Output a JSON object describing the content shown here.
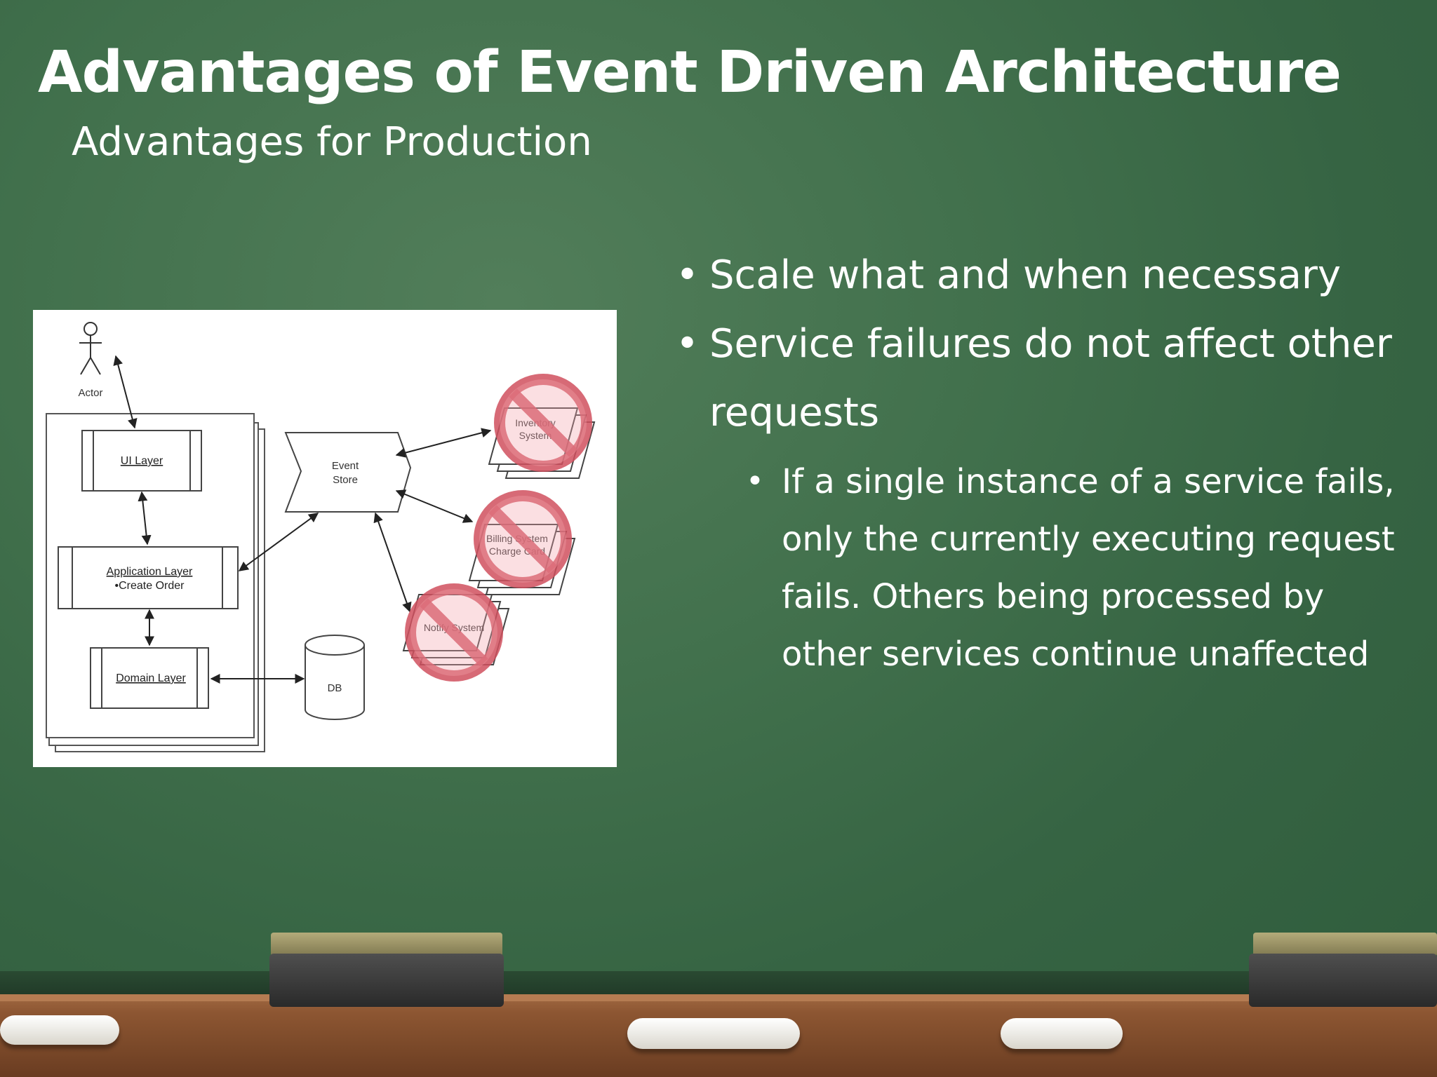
{
  "slide": {
    "title": "Advantages of Event Driven Architecture",
    "subtitle": "Advantages for Production",
    "bullets": [
      {
        "text": "Scale what and when necessary"
      },
      {
        "text": "Service failures do not affect other requests"
      }
    ],
    "sub_bullet": "If a single instance of a service fails, only the currently executing request fails.  Others being processed by other services continue unaffected"
  },
  "diagram": {
    "actor_label": "Actor",
    "ui_layer": "UI Layer",
    "application_layer": "Application Layer",
    "create_order": "•Create Order",
    "domain_layer": "Domain Layer",
    "event_store": [
      "Event",
      "Store"
    ],
    "db": "DB",
    "service_1": [
      "Inventory",
      "System"
    ],
    "service_2": [
      "Billing System",
      "Charge Card"
    ],
    "service_3": "Notify System",
    "colors": {
      "no_sign": "#e8808a",
      "no_sign_stroke": "#c84a57"
    }
  },
  "colors": {
    "board": "#41704c",
    "tray": "#8d5632",
    "text": "#ffffff"
  }
}
